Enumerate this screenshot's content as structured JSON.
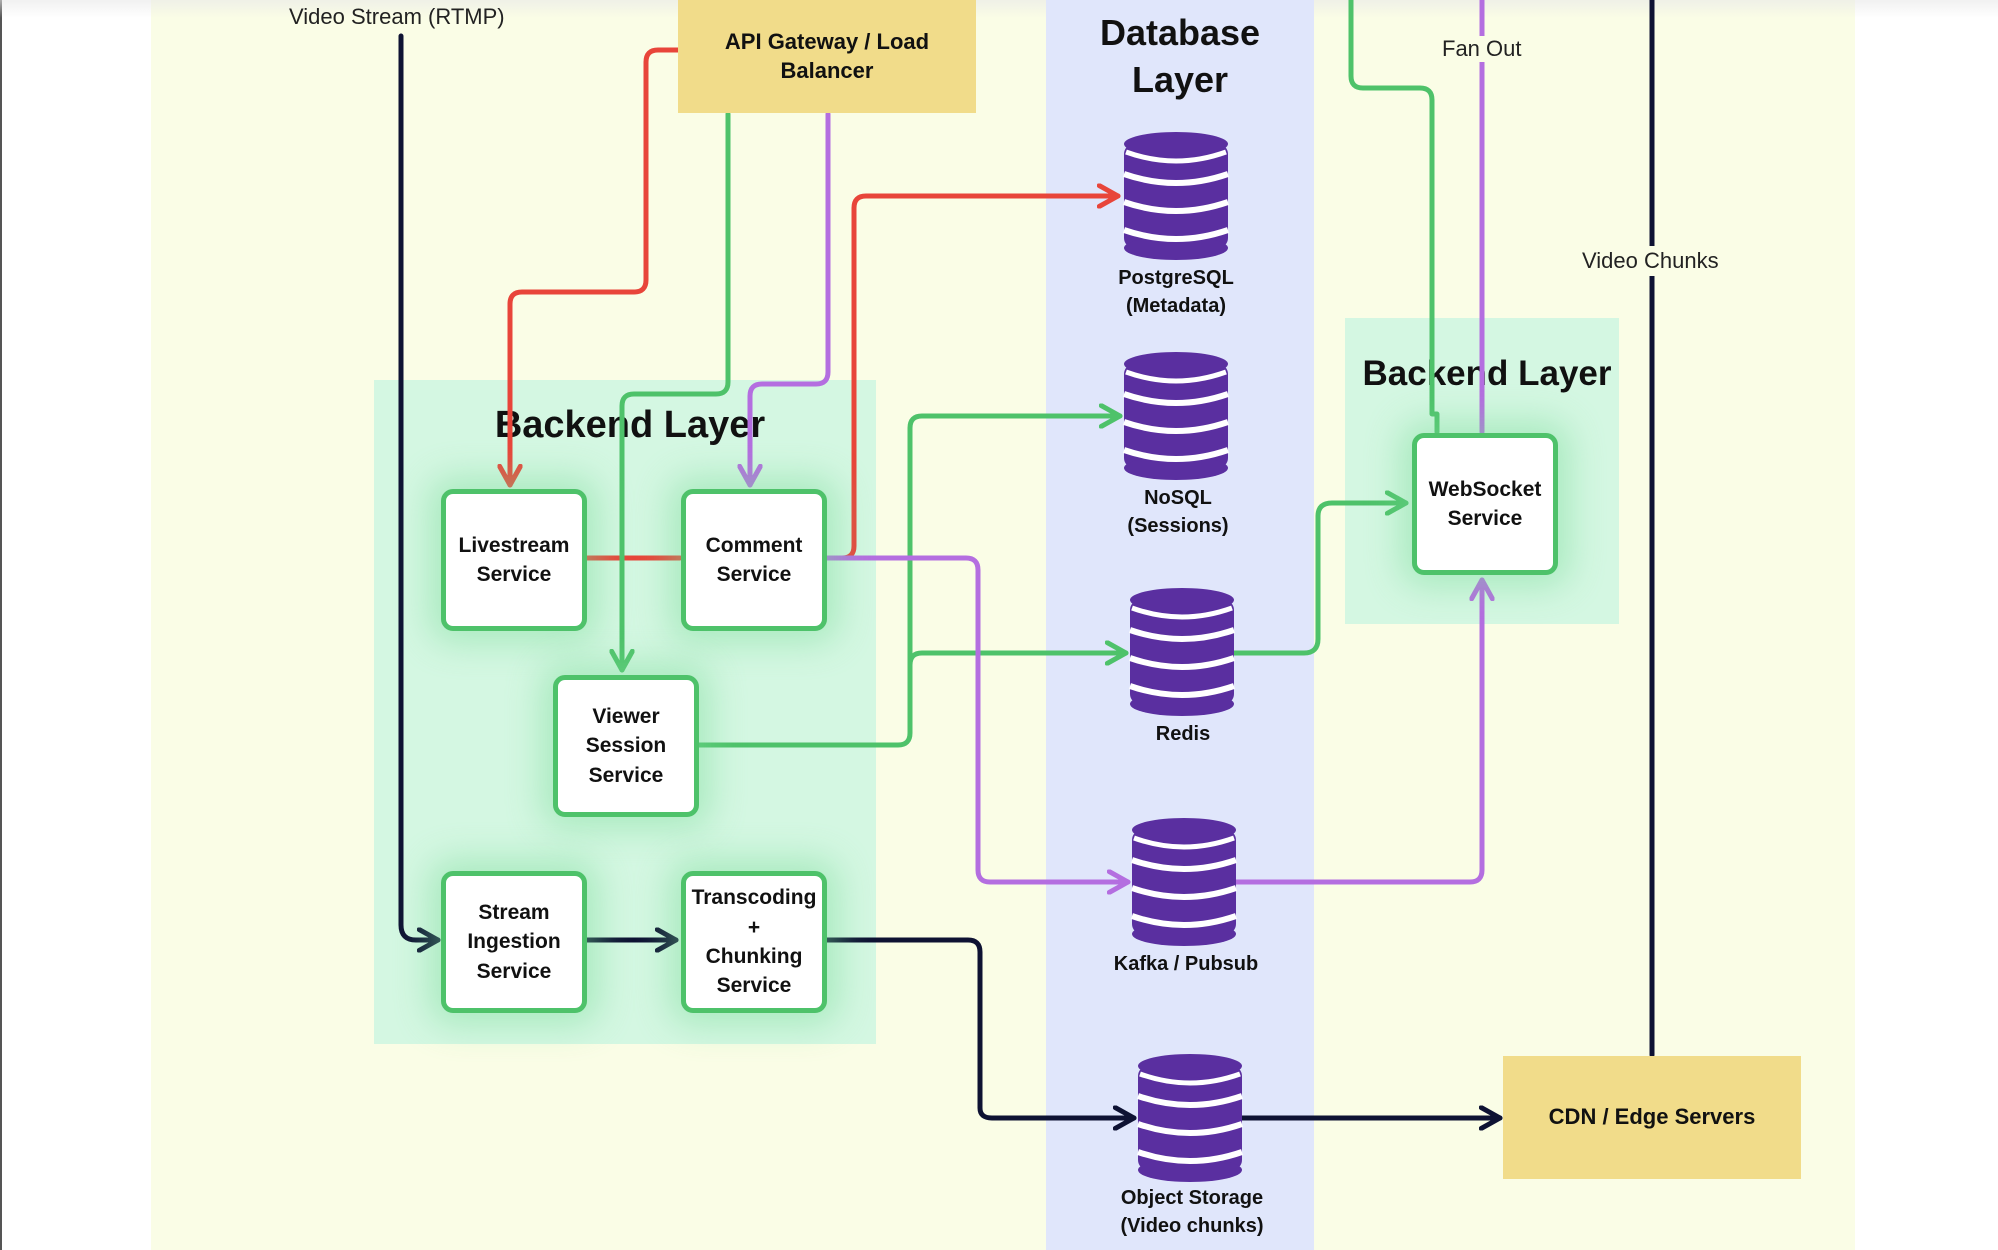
{
  "zones": {
    "backend_left_title": "Backend Layer",
    "database_title": "Database\nLayer",
    "backend_right_title": "Backend Layer"
  },
  "gateway": {
    "label": "API Gateway / Load Balancer"
  },
  "cdn": {
    "label": "CDN / Edge Servers"
  },
  "services": {
    "livestream": "Livestream\nService",
    "comment": "Comment\nService",
    "viewer_session": "Viewer\nSession\nService",
    "stream_ingestion": "Stream\nIngestion\nService",
    "transcoding": "Transcoding\n+\nChunking\nService",
    "websocket": "WebSocket\nService"
  },
  "databases": {
    "postgresql": "PostgreSQL\n(Metadata)",
    "nosql": "NoSQL\n(Sessions)",
    "redis": "Redis",
    "kafka": "Kafka / Pubsub",
    "object_storage": "Object Storage\n(Video chunks)"
  },
  "edge_labels": {
    "video_stream": "Video Stream (RTMP)",
    "fan_out": "Fan Out",
    "video_chunks": "Video Chunks"
  },
  "colors": {
    "red": "#e8453a",
    "green": "#4ec26a",
    "purple": "#b46ee0",
    "navy": "#0e1233",
    "db_purple": "#5a2fa0"
  }
}
